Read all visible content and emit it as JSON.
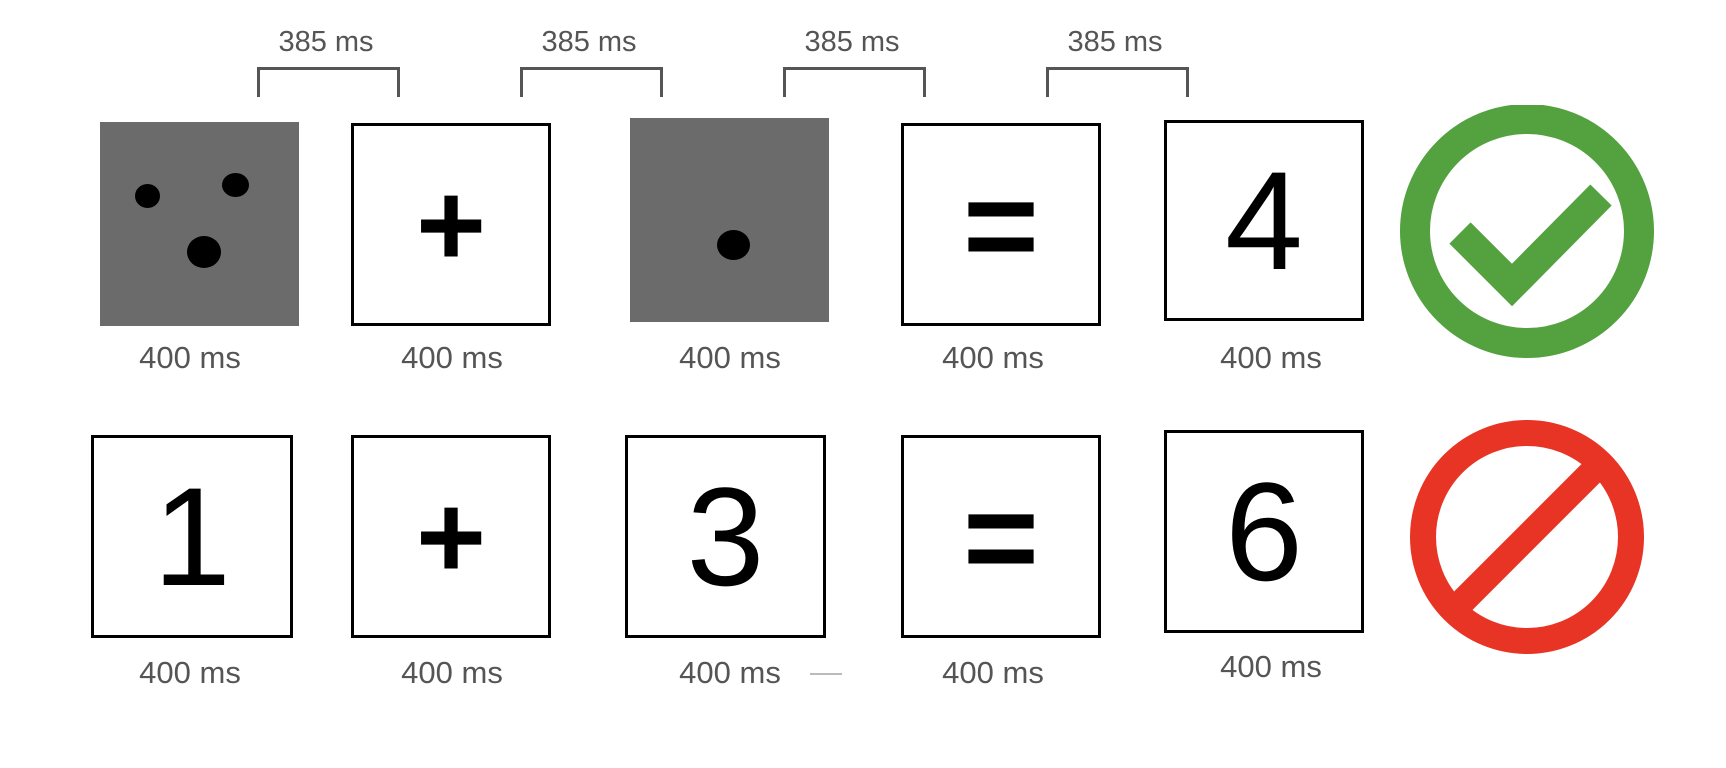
{
  "isi_labels": [
    "385 ms",
    "385 ms",
    "385 ms",
    "385 ms"
  ],
  "row1": {
    "frames": [
      {
        "type": "dots",
        "dot_count": 3
      },
      {
        "type": "symbol",
        "text": "+"
      },
      {
        "type": "dots",
        "dot_count": 1
      },
      {
        "type": "symbol",
        "text": "="
      },
      {
        "type": "symbol",
        "text": "4"
      }
    ],
    "durations": [
      "400 ms",
      "400 ms",
      "400 ms",
      "400 ms",
      "400 ms"
    ],
    "feedback_icon": "checkmark-circle-icon",
    "feedback_color": "#53a13f"
  },
  "row2": {
    "frames": [
      {
        "type": "symbol",
        "text": "1"
      },
      {
        "type": "symbol",
        "text": "+"
      },
      {
        "type": "symbol",
        "text": "3"
      },
      {
        "type": "symbol",
        "text": "="
      },
      {
        "type": "symbol",
        "text": "6"
      }
    ],
    "durations": [
      "400 ms",
      "400 ms",
      "400 ms",
      "400 ms",
      "400 ms"
    ],
    "feedback_icon": "prohibition-sign-icon",
    "feedback_color": "#e83424"
  }
}
